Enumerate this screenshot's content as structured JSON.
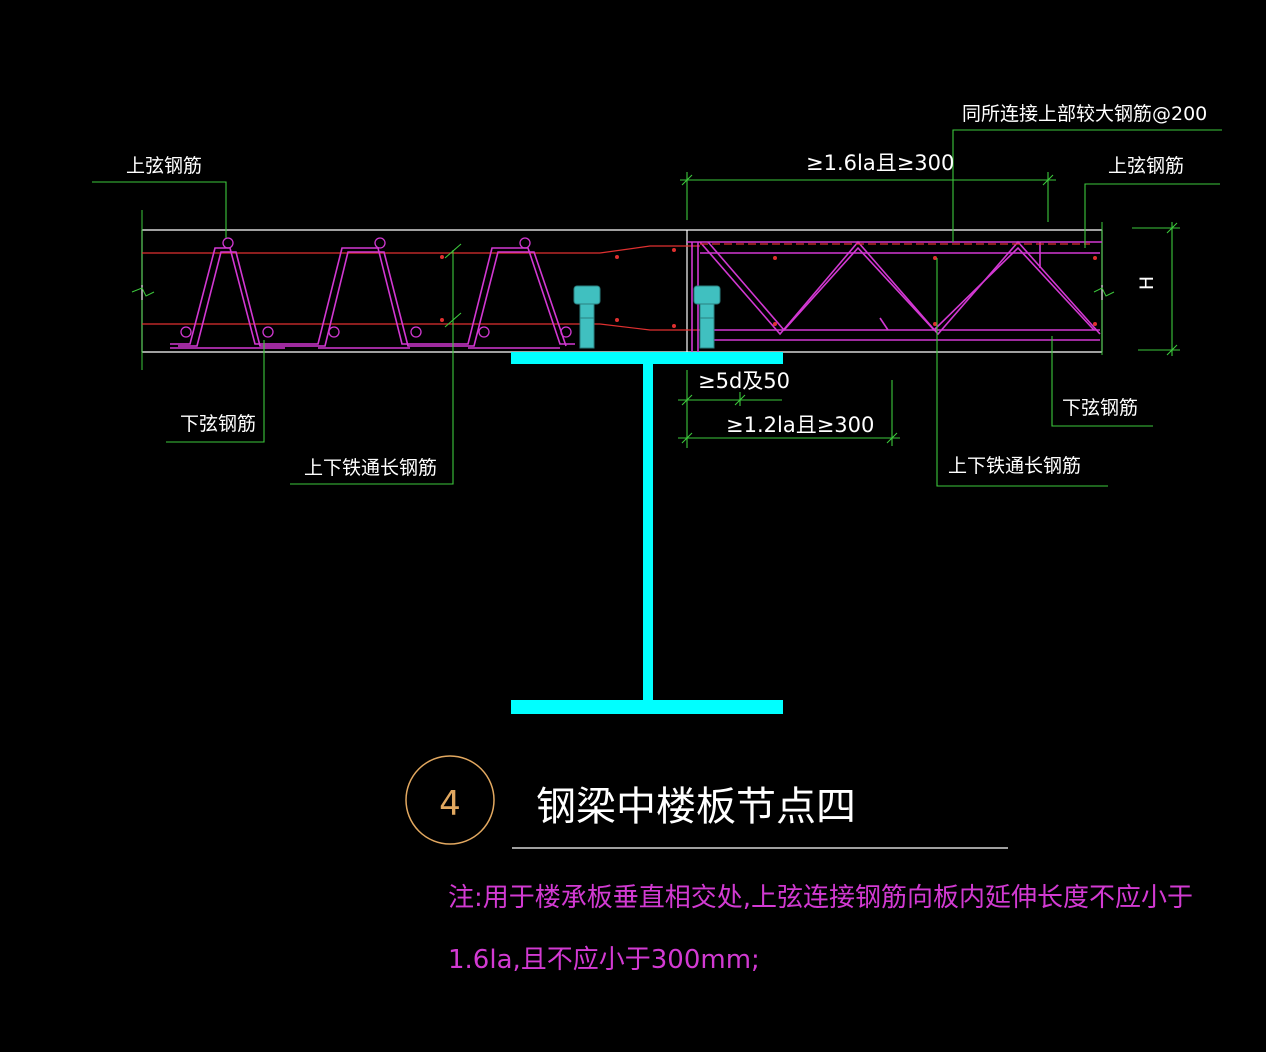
{
  "labels": {
    "top_chord_left": "上弦钢筋",
    "bottom_chord_left": "下弦钢筋",
    "through_bars_left": "上下铁通长钢筋",
    "connect_bars": "同所连接上部较大钢筋@200",
    "top_chord_right": "上弦钢筋",
    "bottom_chord_right": "下弦钢筋",
    "through_bars_right": "上下铁通长钢筋",
    "height_mark": "H"
  },
  "dimensions": {
    "top_extend": "≥1.6la且≥300",
    "weld_len": "≥5d及50",
    "bottom_extend": "≥1.2la且≥300"
  },
  "title": {
    "number": "4",
    "text": "钢梁中楼板节点四"
  },
  "note": {
    "line1": "注:用于楼承板垂直相交处,上弦连接钢筋向板内延伸长度不应小于",
    "line2": "1.6la,且不应小于300mm;"
  },
  "colors": {
    "background": "#000000",
    "leader": "#3cc83c",
    "rebar": "#d238d2",
    "red_bar": "#e03030",
    "beam": "#00ffff",
    "outline": "#ffffff",
    "stud": "#40c0c0",
    "circle": "#e2a860",
    "note": "#d23ad2"
  }
}
